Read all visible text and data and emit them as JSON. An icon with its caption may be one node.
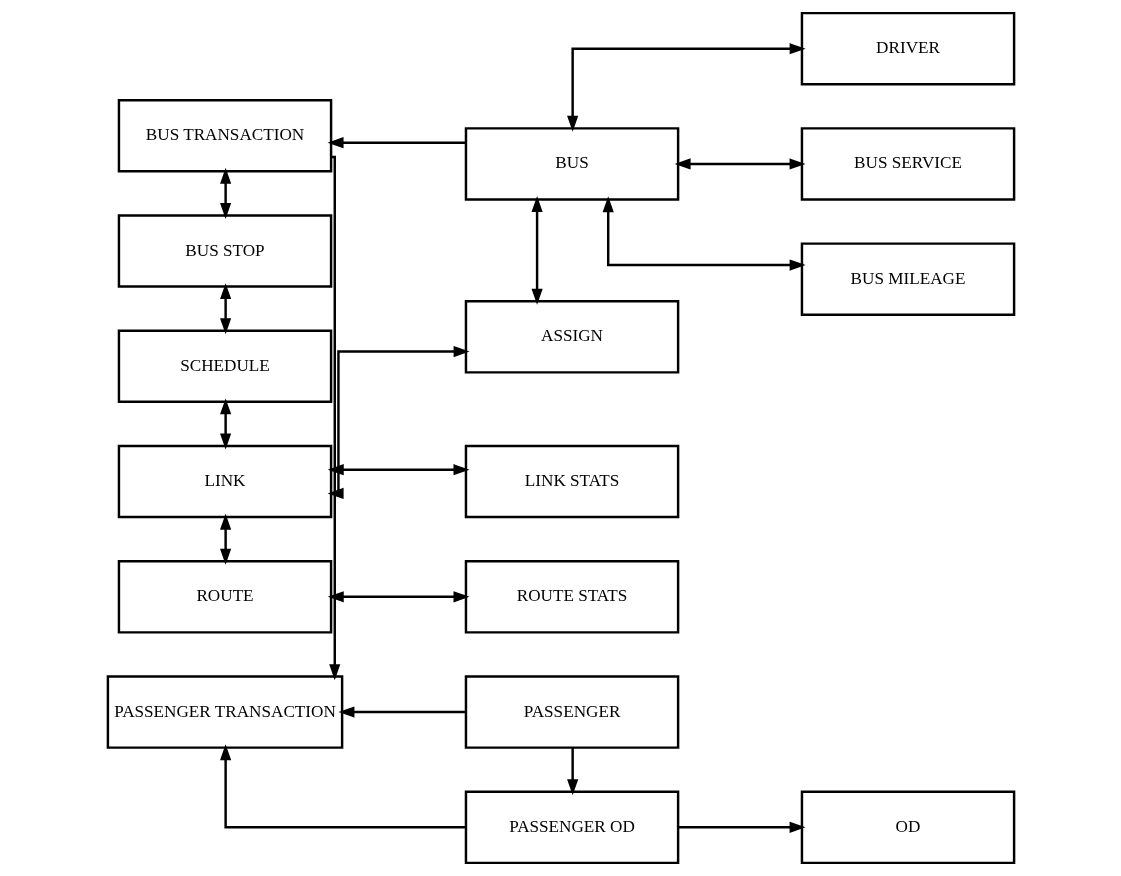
{
  "diagram": {
    "nodes": [
      {
        "text": [
          "PASSENGER TRANSACTION"
        ]
      },
      {
        "text": [
          "PASSENGER OD"
        ]
      },
      {
        "text": [
          "OD"
        ]
      },
      {
        "text": [
          "BUS TRANSACTION"
        ]
      },
      {
        "text": [
          "PASSENGER"
        ]
      },
      {
        "text": [
          "BUS SERVICE"
        ]
      },
      {
        "text": [
          "BUS STOP"
        ]
      },
      {
        "text": [
          "BUS"
        ]
      },
      {
        "text": [
          "BUS MILEAGE"
        ]
      },
      {
        "text": [
          "SCHEDULE"
        ]
      },
      {
        "text": [
          "ASSIGN"
        ]
      },
      {
        "text": [
          "DRIVER"
        ]
      },
      {
        "text": [
          "LINK"
        ]
      },
      {
        "text": [
          "LINK STATS"
        ]
      },
      {
        "text": [
          "ROUTE"
        ]
      },
      {
        "text": [
          "ROUTE STATS"
        ]
      }
    ],
    "edges": [
      {
        "from": 1,
        "to": 0,
        "arrow": "to"
      },
      {
        "from": 1,
        "to": 2,
        "arrow": "to"
      },
      {
        "from": 4,
        "to": 0,
        "arrow": "to"
      },
      {
        "from": 4,
        "to": 1,
        "arrow": "to"
      },
      {
        "from": 3,
        "to": 0,
        "arrow": "to"
      },
      {
        "from": 7,
        "to": 3,
        "arrow": "to"
      },
      {
        "from": 3,
        "to": 6,
        "arrow": "both"
      },
      {
        "from": 7,
        "to": 5,
        "arrow": "both"
      },
      {
        "from": 7,
        "to": 8,
        "arrow": "both"
      },
      {
        "from": 7,
        "to": 11,
        "arrow": "both"
      },
      {
        "from": 7,
        "to": 10,
        "arrow": "both"
      },
      {
        "from": 6,
        "to": 9,
        "arrow": "both"
      },
      {
        "from": 9,
        "to": 12,
        "arrow": "both"
      },
      {
        "from": 12,
        "to": 10,
        "arrow": "both"
      },
      {
        "from": 12,
        "to": 13,
        "arrow": "both"
      },
      {
        "from": 12,
        "to": 14,
        "arrow": "both"
      },
      {
        "from": 14,
        "to": 15,
        "arrow": "both"
      }
    ]
  }
}
